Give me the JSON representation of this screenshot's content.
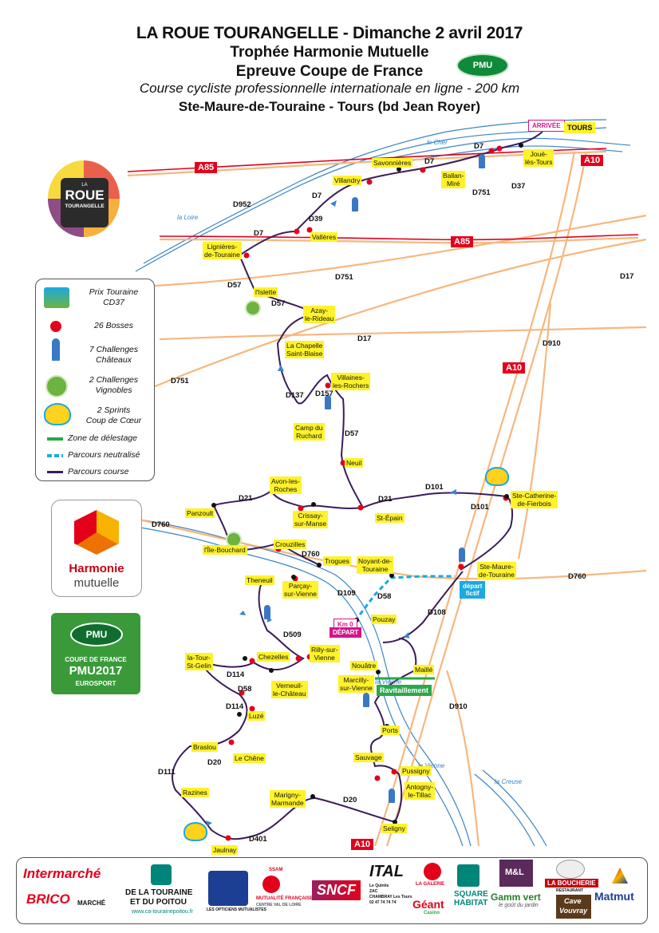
{
  "header": {
    "line1": "LA ROUE TOURANGELLE - Dimanche 2 avril 2017",
    "line2": "Trophée Harmonie Mutuelle",
    "line3": "Epreuve Coupe de France",
    "line4": "Course cycliste professionnelle internationale en ligne - 200 km",
    "line5": "Ste-Maure-de-Touraine - Tours (bd Jean Royer)",
    "pmu_badge": "PMU"
  },
  "logo_roue": {
    "title": "ROUE",
    "small_top": "LA",
    "subtitle": "TOURANGELLE"
  },
  "legend": {
    "items": [
      {
        "label": "Prix Touraine\nCD37",
        "icon": "touraine-logo-icon"
      },
      {
        "label": "26 Bosses",
        "icon": "red-dot-icon",
        "color": "#e3001b"
      },
      {
        "label": "7 Challenges\nChâteaux",
        "icon": "chateau-icon",
        "color": "#3a78c3"
      },
      {
        "label": "2 Challenges\nVignobles",
        "icon": "grape-icon",
        "color": "#6cb33f"
      },
      {
        "label": "2 Sprints\nCoup de Cœur",
        "icon": "heart-sprint-icon"
      },
      {
        "label": "Zone de délestage",
        "icon": "green-line-icon",
        "color": "#2aa84a"
      },
      {
        "label": "Parcours neutralisé",
        "icon": "dashed-blue-icon",
        "color": "#1ba9e1"
      },
      {
        "label": "Parcours course",
        "icon": "purple-line-icon",
        "color": "#3a1c5a"
      }
    ]
  },
  "logo_harmonie": {
    "line1": "Harmonie",
    "line2": "mutuelle"
  },
  "logo_pmu_cup": {
    "badge": "PMU",
    "line1": "COUPE DE FRANCE",
    "line2": "PMU2017",
    "line3": "EUROSPORT"
  },
  "markers": {
    "arrivee": "ARRIVÉE",
    "tours": "TOURS",
    "km0": "Km 0",
    "depart": "DÉPART",
    "depart_fictif": "départ\nfictif",
    "ravitaillement": "Ravitaillement"
  },
  "motorways": [
    "A85",
    "A85",
    "A10",
    "A10",
    "A10"
  ],
  "roads": [
    "D7",
    "D7",
    "D7",
    "D37",
    "D751",
    "D952",
    "D39",
    "D7",
    "D57",
    "D57",
    "D751",
    "D17",
    "D17",
    "D751",
    "D910",
    "D137",
    "D157",
    "D57",
    "D21",
    "D101",
    "D101",
    "D21",
    "D760",
    "D760",
    "D760",
    "D109",
    "D58",
    "D108",
    "D509",
    "D114",
    "D58",
    "D114",
    "D20",
    "D111",
    "D401",
    "D20",
    "D910"
  ],
  "rivers": [
    "la Loire",
    "le Cher",
    "la Vienne",
    "la Creuse",
    "la Vienne"
  ],
  "places": [
    "Villandry",
    "Savonnières",
    "Ballan-\nMiré",
    "Joué-\nlès-Tours",
    "Lignières-\nde-Touraine",
    "Vallères",
    "l'Islette",
    "Azay-\nle-Rideau",
    "La Chapelle\nSaint-Blaise",
    "Villaines-\nles-Rochers",
    "Camp du\nRuchard",
    "Neuil",
    "St-Épain",
    "Ste-Catherine-\nde-Fierbois",
    "Avon-les-\nRoches",
    "Panzoult",
    "Crissay-\nsur-Manse",
    "Crouzilles",
    "l'Île-Bouchard",
    "Trogues",
    "Noyant-de-\nTouraine",
    "Ste-Maure-\nde-Touraine",
    "Theneuil",
    "Parçay-\nsur-Vienne",
    "Pouzay",
    "la-Tour-\nSt-Gelin",
    "Chezelles",
    "Rilly-sur-\nVienne",
    "Verneuil-\nle-Château",
    "Nouâtre",
    "Maillé",
    "Marcilly-\nsur-Vienne",
    "Luzé",
    "Braslou",
    "Le Chêne",
    "Ports",
    "Sauvage",
    "Pussigny",
    "Antogny-\nle-Tillac",
    "Razines",
    "Marigny-\nMarmande",
    "Seligny",
    "Jaulnay"
  ],
  "sponsors": {
    "intermarche": "Intermarché",
    "brico": "BRICO",
    "brico_sub": "MARCHÉ",
    "ca_line1": "DE LA TOURAINE",
    "ca_line2": "ET DU POITOU",
    "ca_url": "www.ca-tourainepoitou.fr",
    "opticiens": "LES OPTICIENS MUTUALISTES",
    "ssam": "SSAM",
    "mutualite": "MUTUALITÉ FRANÇAISE",
    "mutualite_sub": "CENTRE VAL DE LOIRE",
    "sncf": "SNCF",
    "italo": "ITAL",
    "italo_sub": "Le Quintis\nZAC\nCHAMBRAY Les Tours\n02 47 74 74 74",
    "galerie": "LA GALERIE",
    "geant": "Géant",
    "geant_sub": "Casino",
    "square_line1": "SQUARE",
    "square_line2": "HABITAT",
    "gamm": "Gamm vert",
    "gamm_sub": "le goût du jardin",
    "boucherie": "LA BOUCHERIE",
    "boucherie_sub": "RESTAURANT",
    "cave1": "Cave",
    "cave2": "Vouvray",
    "matmut": "Matmut",
    "ml": "M&L"
  },
  "colors": {
    "route": "#3a1c5a",
    "bosse": "#e3001b",
    "place_label": "#fff22a",
    "motorway": "#e3001b",
    "major_road": "#f7b77e",
    "river": "#3a85c6",
    "neutral": "#1ba9e1",
    "arrivee": "#d4148b",
    "zone": "#2aa84a"
  }
}
